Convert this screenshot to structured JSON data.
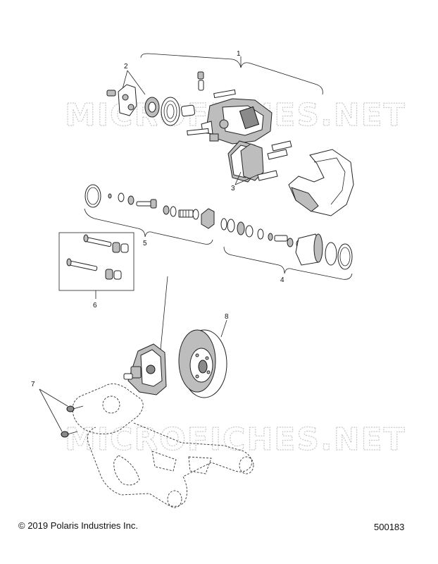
{
  "callouts": [
    "1",
    "2",
    "3",
    "4",
    "5",
    "6",
    "7",
    "8"
  ],
  "watermark": "MICROFICHES.NET",
  "footer": {
    "copyright": "© 2019 Polaris Industries Inc.",
    "drawing_number": "500183"
  }
}
